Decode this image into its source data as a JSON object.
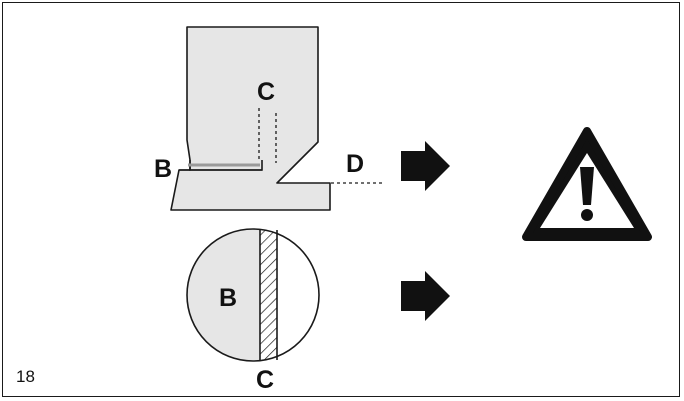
{
  "figure": {
    "number": "18",
    "fill_color": "#e6e6e6",
    "stroke_color": "#1a1a1a"
  },
  "labels": {
    "top_c": "C",
    "top_b": "B",
    "top_d": "D",
    "circle_b": "B",
    "circle_c": "C"
  },
  "icons": {
    "arrow_top": "right-arrow-icon",
    "arrow_bottom": "right-arrow-icon",
    "warning": "warning-triangle-icon"
  }
}
